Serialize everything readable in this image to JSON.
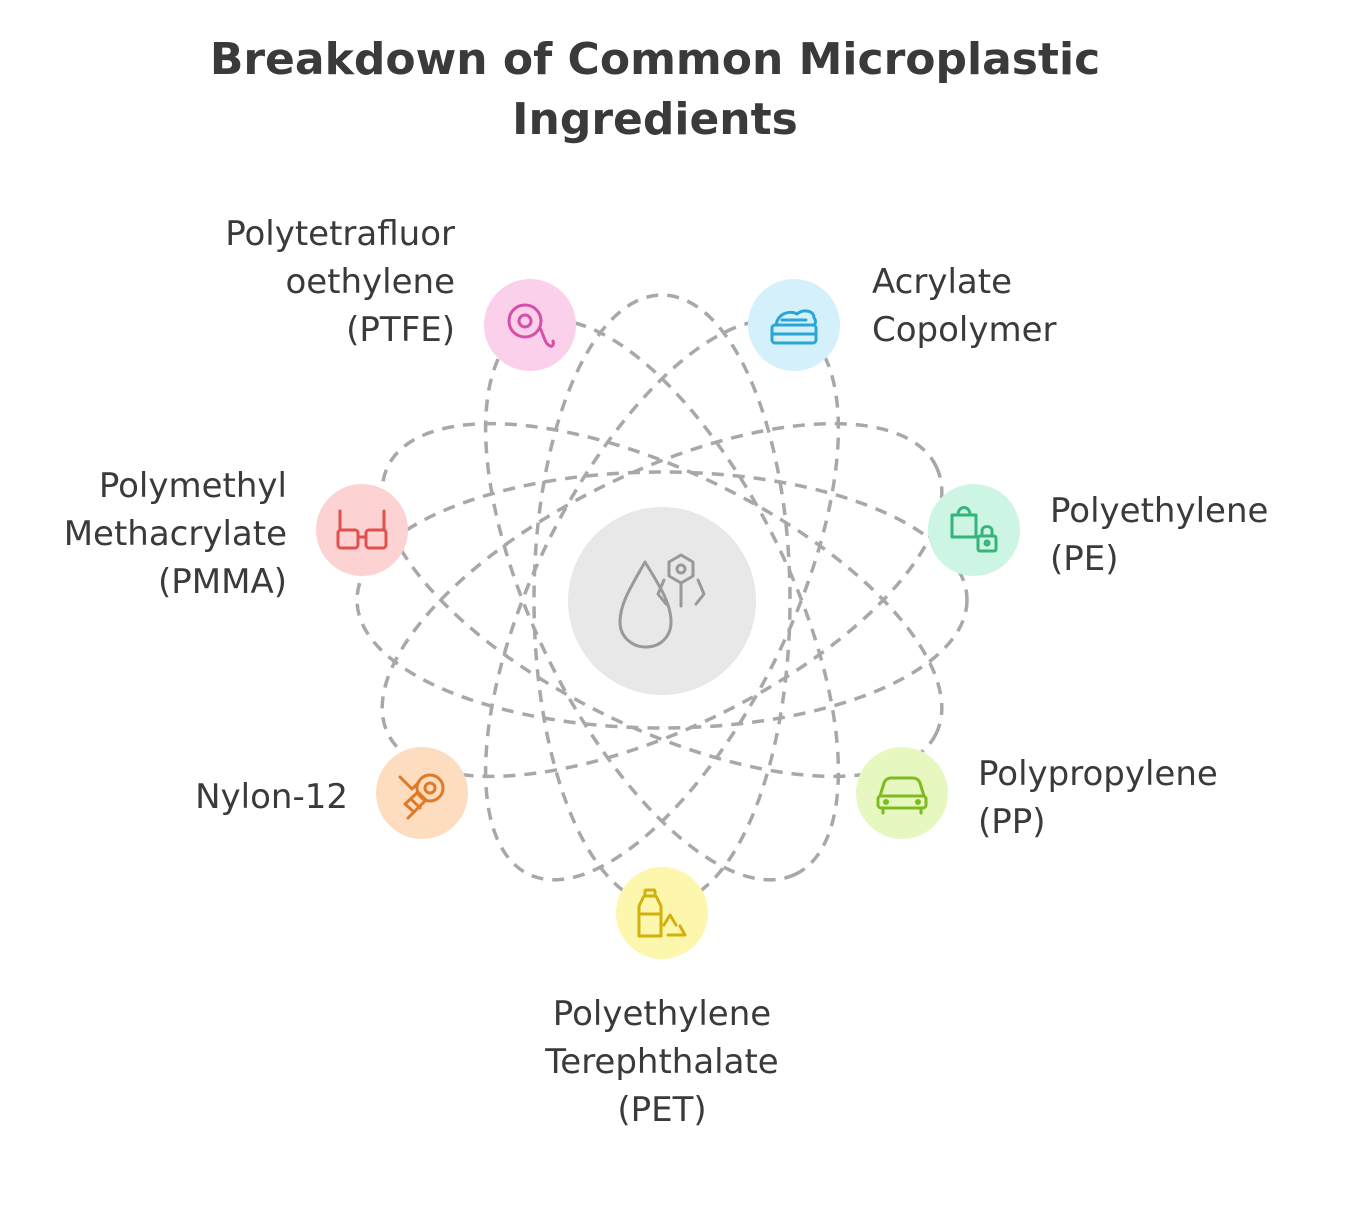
{
  "title": {
    "line1": "Breakdown of Common Microplastic",
    "line2": "Ingredients"
  },
  "center": {
    "icon": "water-drop-hexagon-icon",
    "color": "#e8e8e8"
  },
  "items": [
    {
      "lines": [
        "Polytetrafluor",
        "oethylene",
        "(PTFE)"
      ],
      "icon": "tape-roll-icon",
      "bg": "#fad0ea",
      "stroke": "#d64fa8"
    },
    {
      "lines": [
        "Acrylate",
        "Copolymer"
      ],
      "icon": "cream-jar-icon",
      "bg": "#d4f0fb",
      "stroke": "#2aa6d6"
    },
    {
      "lines": [
        "Polyethylene",
        "(PE)"
      ],
      "icon": "bag-lock-icon",
      "bg": "#ccf5e3",
      "stroke": "#34b57a"
    },
    {
      "lines": [
        "Polypropylene",
        "(PP)"
      ],
      "icon": "car-icon",
      "bg": "#e6f8bf",
      "stroke": "#7dbb1f"
    },
    {
      "lines": [
        "Polyethylene",
        "Terephthalate",
        "(PET)"
      ],
      "icon": "bottle-recycle-icon",
      "bg": "#fdf6ad",
      "stroke": "#d3b10b"
    },
    {
      "lines": [
        "Nylon-12"
      ],
      "icon": "bullet-target-icon",
      "bg": "#fddcc0",
      "stroke": "#e07a26"
    },
    {
      "lines": [
        "Polymethyl",
        "Methacrylate",
        "(PMMA)"
      ],
      "icon": "glasses-icon",
      "bg": "#fcd2d2",
      "stroke": "#e0504c"
    }
  ]
}
